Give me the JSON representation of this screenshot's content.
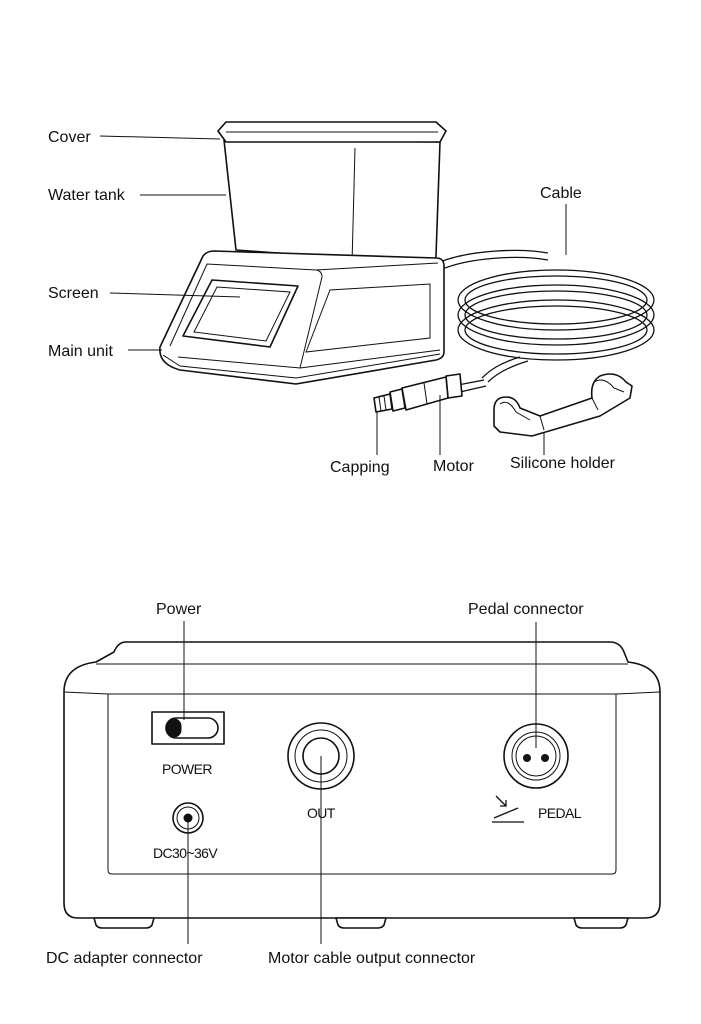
{
  "top_diagram": {
    "labels": {
      "cover": "Cover",
      "water_tank": "Water tank",
      "screen": "Screen",
      "main_unit": "Main unit",
      "cable": "Cable",
      "capping": "Capping",
      "motor": "Motor",
      "silicone_holder": "Silicone holder"
    }
  },
  "rear_panel": {
    "labels": {
      "power": "Power",
      "pedal_connector": "Pedal connector",
      "dc_adapter_connector": "DC adapter connector",
      "motor_cable_output_connector": "Motor cable output connector"
    },
    "panel_text": {
      "power": "POWER",
      "dc": "DC30~36V",
      "out": "OUT",
      "pedal": "PEDAL"
    }
  }
}
